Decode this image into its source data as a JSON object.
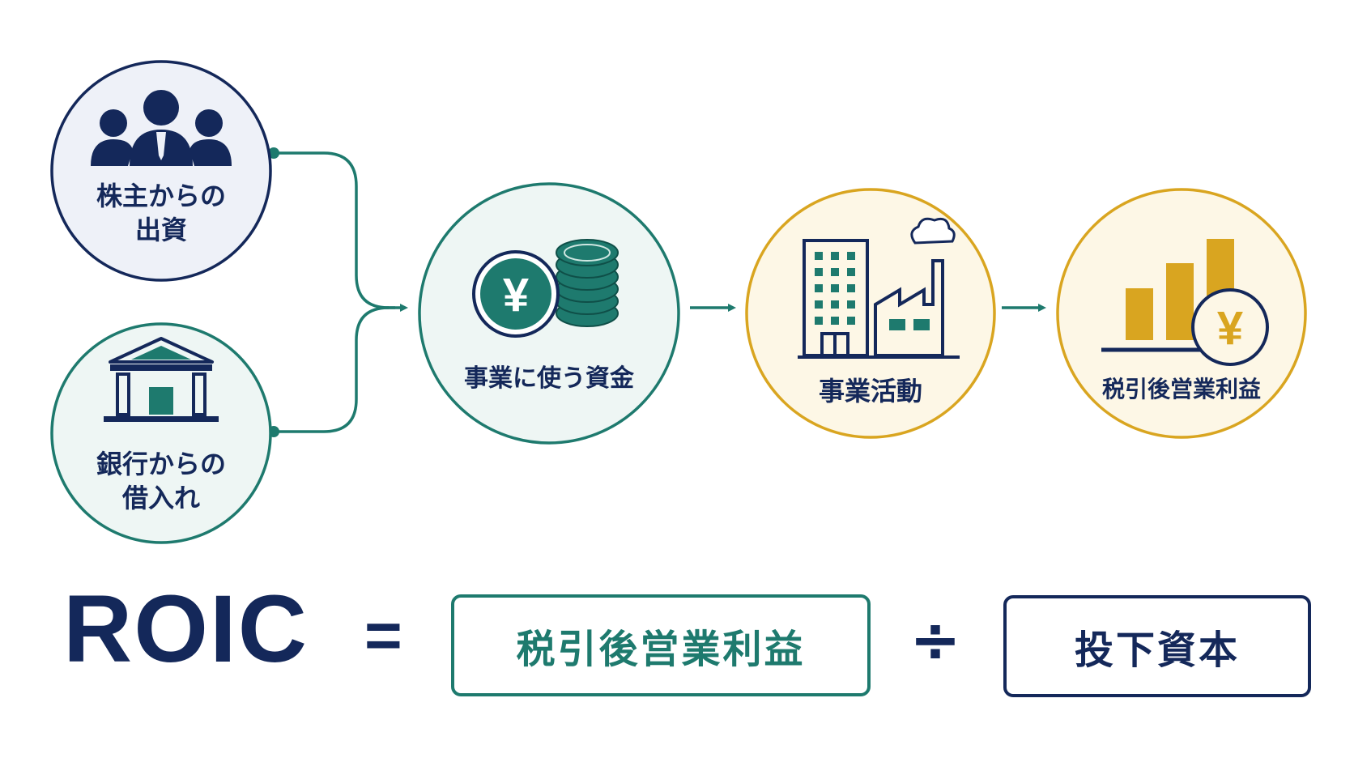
{
  "colors": {
    "navy": "#14285a",
    "teal": "#1e7a6e",
    "gold": "#d9a520",
    "navy_fill": "#eef1f8",
    "teal_fill": "#eef6f4",
    "gold_fill": "#fdf7e6"
  },
  "nodes": {
    "shareholders": {
      "label": "株主からの\n出資",
      "icon": "people-icon"
    },
    "bank": {
      "label": "銀行からの\n借入れ",
      "icon": "bank-icon"
    },
    "capital": {
      "label": "事業に使う資金",
      "icon": "yen-coins-icon"
    },
    "business": {
      "label": "事業活動",
      "icon": "factory-icon"
    },
    "profit": {
      "label": "税引後営業利益",
      "icon": "bar-chart-yen-icon"
    }
  },
  "formula": {
    "lhs": "ROIC",
    "equals": "=",
    "numerator": "税引後営業利益",
    "divide": "÷",
    "denominator": "投下資本"
  }
}
